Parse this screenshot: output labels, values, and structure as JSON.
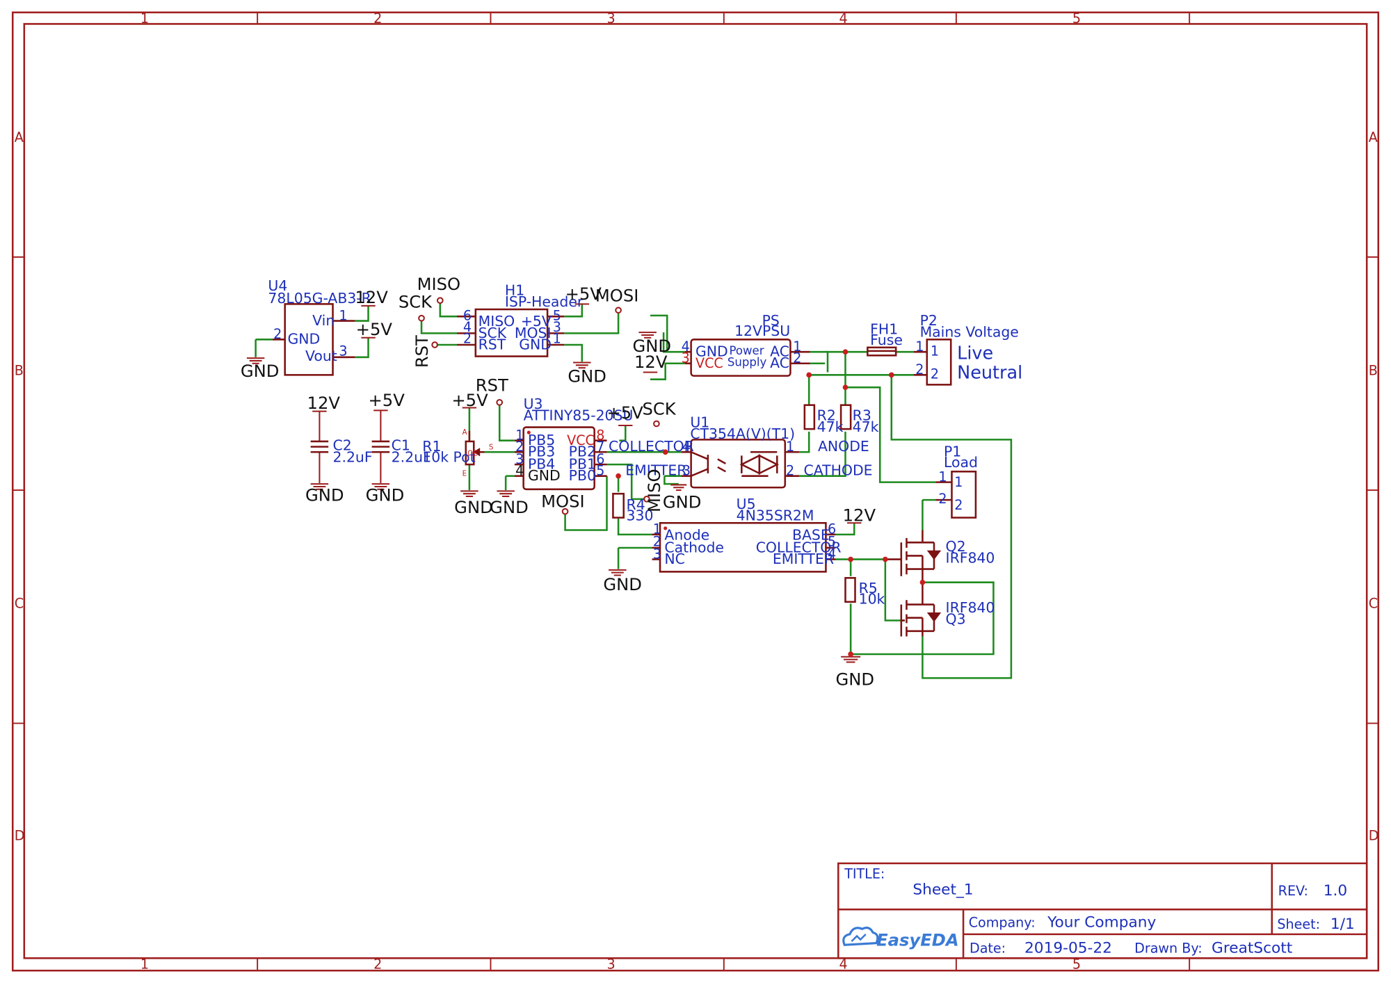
{
  "ruler": {
    "columns": [
      "1",
      "2",
      "3",
      "4",
      "5"
    ],
    "rows": [
      "A",
      "B",
      "C",
      "D"
    ]
  },
  "components": {
    "u4": {
      "ref": "U4",
      "value": "78L05G-AB3-R",
      "pins": [
        "Vin",
        "GND",
        "Vout"
      ],
      "pin_numbers": [
        "1",
        "2",
        "3"
      ]
    },
    "h1": {
      "ref": "H1",
      "value": "ISP-Header",
      "pins": [
        "MISO",
        "SCK",
        "RST",
        "+5V",
        "MOSI",
        "GND"
      ],
      "pin_numbers": [
        "6",
        "4",
        "2",
        "5",
        "3",
        "1"
      ]
    },
    "ps": {
      "ref": "PS",
      "value": "12VPSU",
      "pins": [
        "GND",
        "VCC",
        "AC",
        "AC"
      ],
      "center": [
        "Power",
        "Supply"
      ],
      "pin_numbers": [
        "4",
        "3",
        "1",
        "2"
      ]
    },
    "fh1": {
      "ref": "FH1",
      "value": "Fuse"
    },
    "p2": {
      "ref": "P2",
      "value": "Mains Voltage",
      "labels": [
        "Live",
        "Neutral"
      ],
      "pin_numbers": [
        "1",
        "2"
      ]
    },
    "c2": {
      "ref": "C2",
      "value": "2.2uF"
    },
    "c1": {
      "ref": "C1",
      "value": "2.2uF"
    },
    "r1": {
      "ref": "R1",
      "value": "10k Pot",
      "pin_letters": [
        "A",
        "S",
        "E"
      ],
      "body_text": "ΩE"
    },
    "u3": {
      "ref": "U3",
      "value": "ATTINY85-20SU",
      "pins_left": [
        "PB5",
        "PB3",
        "PB4",
        "GND"
      ],
      "pins_right": [
        "VCC",
        "PB2",
        "PB1",
        "PB0"
      ],
      "numbers_left": [
        "1",
        "2",
        "3",
        "4"
      ],
      "numbers_right": [
        "8",
        "7",
        "6",
        "5"
      ]
    },
    "u1": {
      "ref": "U1",
      "value": "CT354A(V)(T1)",
      "pin_labels": [
        "COLLECTOR",
        "EMITTER",
        "ANODE",
        "CATHODE"
      ],
      "pin_numbers": [
        "4",
        "3",
        "1",
        "2"
      ]
    },
    "r2": {
      "ref": "R2",
      "value": "47k"
    },
    "r3": {
      "ref": "R3",
      "value": "47k"
    },
    "p1": {
      "ref": "P1",
      "value": "Load",
      "pin_numbers": [
        "1",
        "2"
      ]
    },
    "r4": {
      "ref": "R4",
      "value": "330"
    },
    "u5": {
      "ref": "U5",
      "value": "4N35SR2M",
      "pins_left": [
        "Anode",
        "Cathode",
        "NC"
      ],
      "pins_right": [
        "BASE",
        "COLLECTOR",
        "EMITTER"
      ],
      "numbers_left": [
        "1",
        "2",
        "3"
      ],
      "numbers_right": [
        "6",
        "5",
        "4"
      ]
    },
    "q2": {
      "ref": "Q2",
      "value": "IRF840"
    },
    "q3": {
      "ref": "Q3",
      "value": "IRF840"
    },
    "r5": {
      "ref": "R5",
      "value": "10k"
    }
  },
  "nets": {
    "v12": "12V",
    "v5": "+5V",
    "gnd": "GND",
    "miso": "MISO",
    "sck": "SCK",
    "rst": "RST",
    "mosi": "MOSI"
  },
  "title_block": {
    "title_label": "TITLE:",
    "title": "Sheet_1",
    "rev_label": "REV:",
    "rev": "1.0",
    "company_label": "Company:",
    "company": "Your Company",
    "sheet_label": "Sheet:",
    "sheet": "1/1",
    "date_label": "Date:",
    "date": "2019-05-22",
    "drawn_label": "Drawn By:",
    "drawn_by": "GreatScott",
    "logo": "EasyEDA"
  }
}
